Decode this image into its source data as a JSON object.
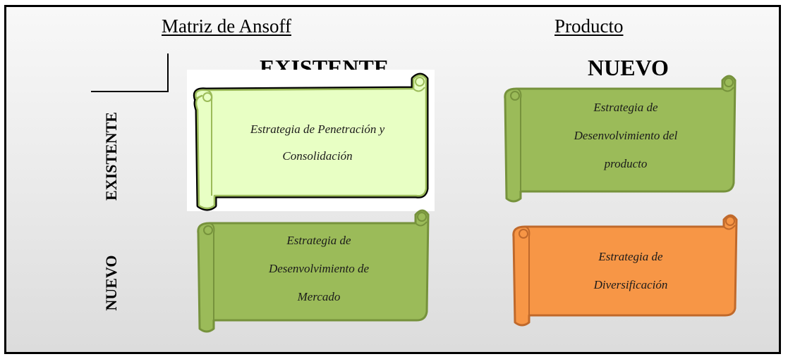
{
  "title": "Matriz de Ansoff",
  "axis_label": "Producto",
  "columns": [
    "EXISTENTE",
    "NUEVO"
  ],
  "rows": [
    "EXISTENTE",
    "NUEVO"
  ],
  "cells": {
    "existing_existing": {
      "lines": [
        "Estrategia de Penetración y",
        "Consolidación"
      ],
      "color": "#E8FFC4",
      "border": "#9BBB59"
    },
    "existing_new": {
      "lines": [
        "Estrategia de",
        "Desenvolvimiento del",
        "producto"
      ],
      "color": "#9BBB59",
      "border": "#76923C"
    },
    "new_existing": {
      "lines": [
        "Estrategia de",
        "Desenvolvimiento de",
        "Mercado"
      ],
      "color": "#9BBB59",
      "border": "#76923C"
    },
    "new_new": {
      "lines": [
        "Estrategia de",
        "Diversificación"
      ],
      "color": "#F79646",
      "border": "#C0692B"
    }
  },
  "colors": {
    "frame_border": "#000000",
    "background": "#E6E6E6"
  }
}
